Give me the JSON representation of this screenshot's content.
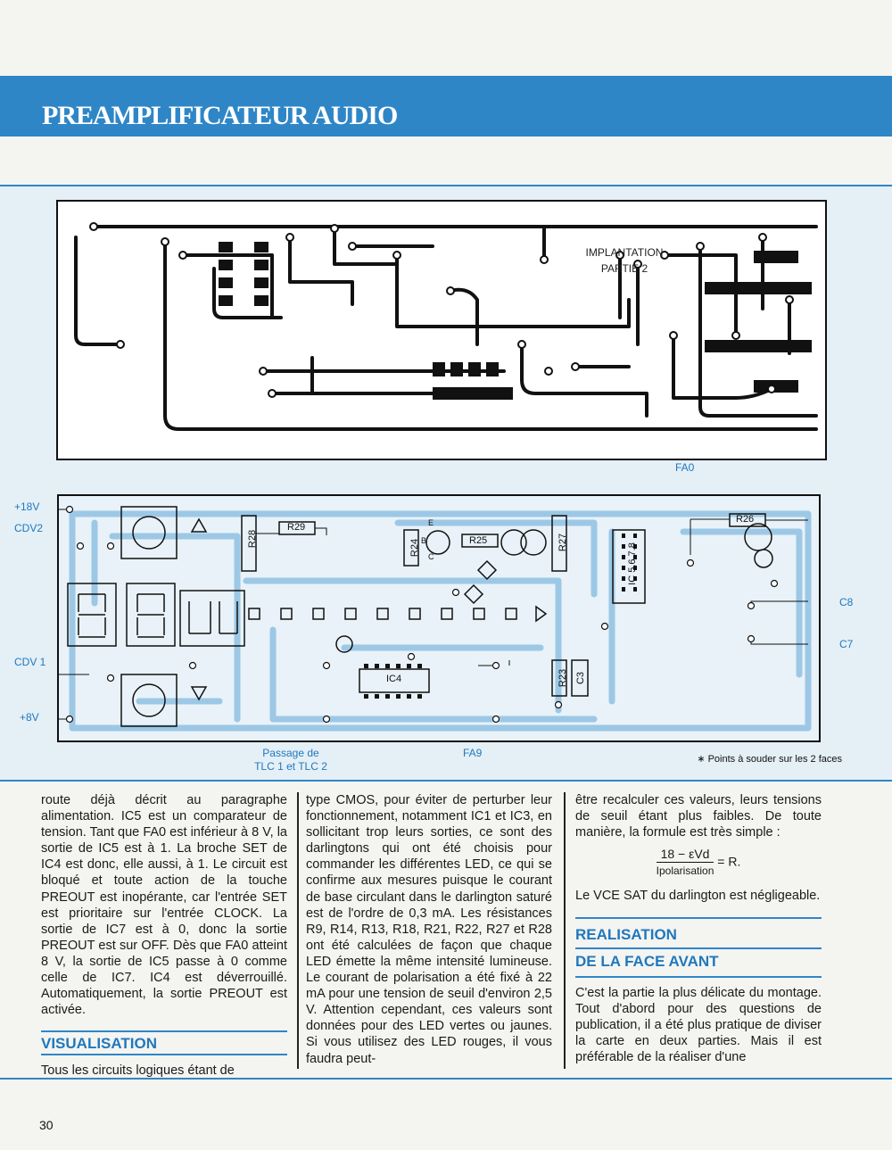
{
  "header": {
    "title": "PREAMPLIFICATEUR AUDIO"
  },
  "pcb": {
    "label_line1": "IMPLANTATION",
    "label_line2": "PARTIE 2"
  },
  "front_panel": {
    "labels": {
      "plus18v": "+18V",
      "cdv2": "CDV2",
      "cdv1": "CDV 1",
      "plus8v": "+8V",
      "fa0": "FA0",
      "c8": "C8",
      "c7": "C7",
      "passage_line1": "Passage de",
      "passage_line2": "TLC 1 et TLC 2",
      "fa9": "FA9",
      "footnote": "∗ Points à souder sur les 2 faces"
    },
    "parts": {
      "r28": "R28",
      "r29": "R29",
      "r24": "R24",
      "r25": "R25",
      "r27": "R27",
      "r26": "R26",
      "r23": "R23",
      "c3": "C3",
      "ic4": "IC4",
      "ic5678": "IC 5.6.7.8",
      "b": "B",
      "c": "C",
      "e": "E"
    }
  },
  "article": {
    "col1_p1": "route déjà décrit au paragraphe alimentation. IC5 est un comparateur de tension. Tant que FA0 est inférieur à 8 V, la sortie de IC5 est à 1. La broche SET de IC4 est donc, elle aussi, à 1. Le circuit est bloqué et toute action de la touche PREOUT est inopérante, car l'entrée SET est prioritaire sur l'entrée CLOCK. La sortie de IC7 est à 0, donc la sortie PREOUT est sur OFF. Dès que FA0 atteint 8 V, la sortie de IC5 passe à 0 comme celle de IC7. IC4 est déverrouillé. Automatiquement, la sortie PREOUT est activée.",
    "heading_visualisation": "VISUALISATION",
    "col1_p2": "Tous les circuits logiques étant de",
    "col2_p1": "type CMOS, pour éviter de perturber leur fonctionnement, notamment IC1 et IC3, en sollicitant trop leurs sorties, ce sont des darlingtons qui ont été choisis pour commander les différentes LED, ce qui se confirme aux mesures puisque le courant de base circulant dans le darlington saturé est de l'ordre de 0,3 mA. Les résistances R9, R14, R13, R18, R21, R22, R27 et R28 ont été calculées de façon que chaque LED émette la même intensité lumineuse. Le courant de polarisation a été fixé à 22 mA pour une tension de seuil d'environ 2,5 V. Attention cependant, ces valeurs sont données pour des LED vertes ou jaunes. Si vous utilisez des LED rouges, il vous faudra peut-",
    "col3_p1": "être recalculer ces valeurs, leurs tensions de seuil étant plus faibles. De toute manière, la formule est très simple :",
    "formula_num": "18 − εVd",
    "formula_den": "Ipolarisation",
    "formula_rhs": "= R.",
    "col3_p2": "Le VCE SAT du darlington est négligeable.",
    "heading_realisation_1": "REALISATION",
    "heading_realisation_2": "DE LA FACE AVANT",
    "col3_p3": "C'est la partie la plus délicate du montage. Tout d'abord pour des questions de publication, il a été plus pratique de diviser la carte en deux parties. Mais il est préférable de la réaliser d'une"
  },
  "page_number": "30"
}
